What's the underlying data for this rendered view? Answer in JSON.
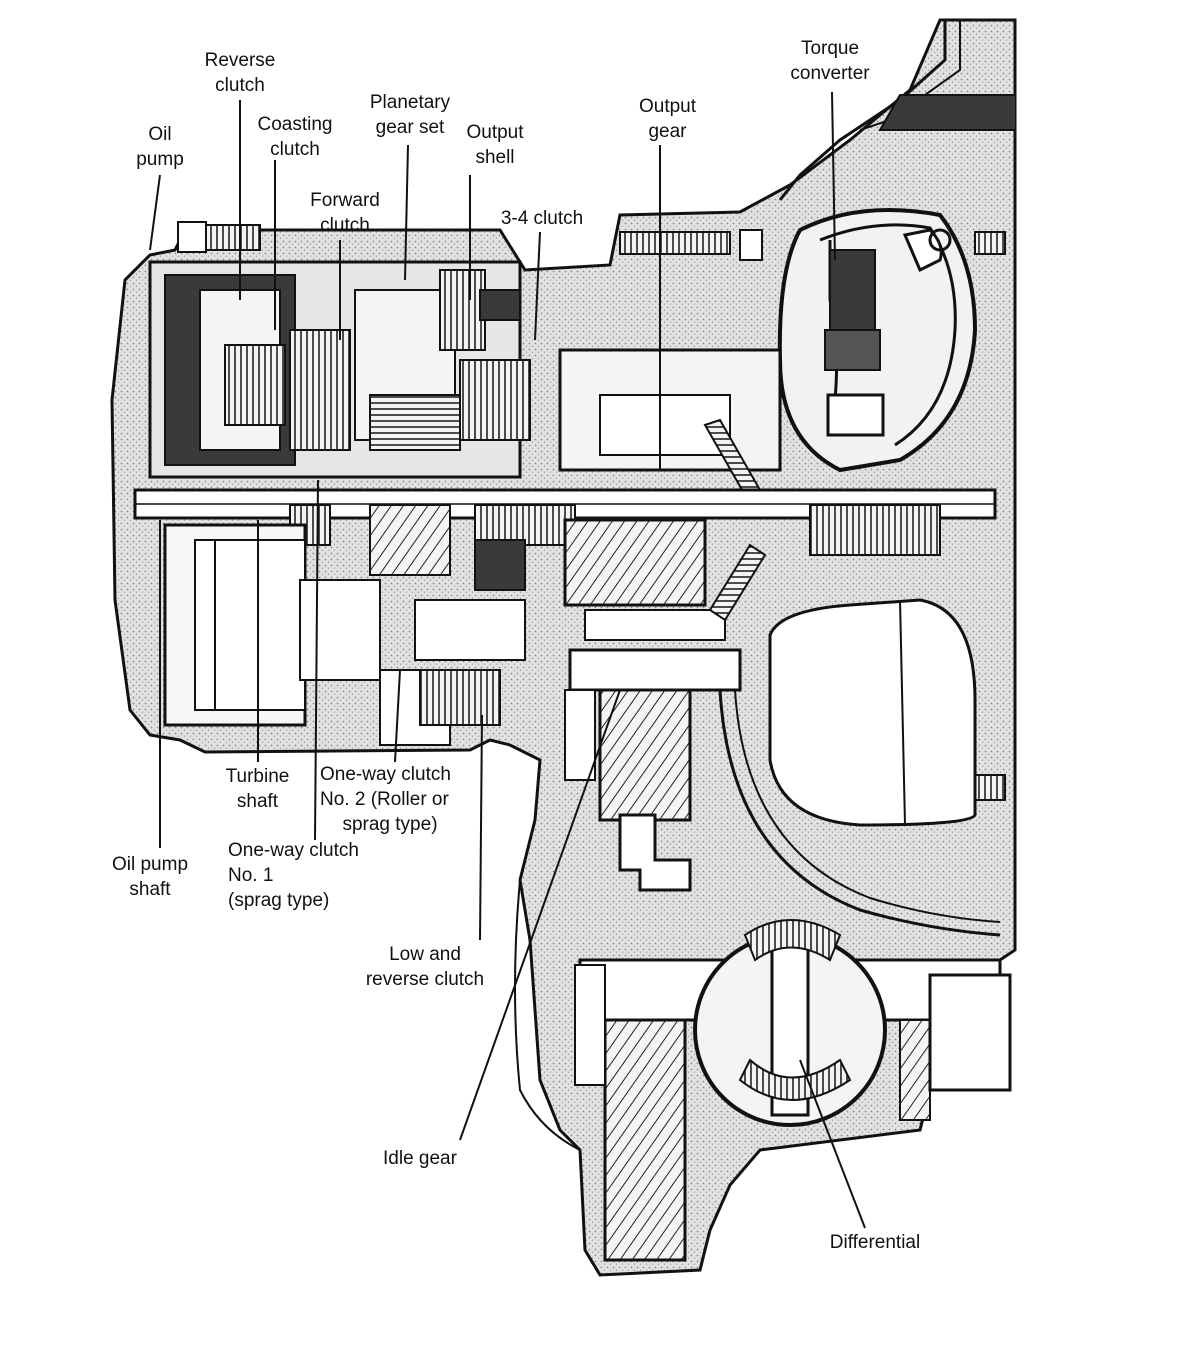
{
  "diagram": {
    "colors": {
      "ink": "#111111",
      "stipple": "#c9c9c9",
      "dark_fill": "#3a3a3a",
      "background": "#ffffff"
    },
    "labels": {
      "reverse_clutch": [
        "Reverse",
        "clutch"
      ],
      "oil_pump": [
        "Oil",
        "pump"
      ],
      "coasting_clutch": [
        "Coasting",
        "clutch"
      ],
      "forward_clutch": [
        "Forward",
        "clutch"
      ],
      "planetary_gear_set": [
        "Planetary",
        "gear set"
      ],
      "output_shell": [
        "Output",
        "shell"
      ],
      "clutch_3_4": [
        "3-4 clutch"
      ],
      "output_gear": [
        "Output",
        "gear"
      ],
      "torque_converter": [
        "Torque",
        "converter"
      ],
      "turbine_shaft": [
        "Turbine",
        "shaft"
      ],
      "one_way_clutch_2": [
        "One-way clutch",
        "No. 2 (Roller or",
        "sprag type)"
      ],
      "one_way_clutch_1": [
        "One-way clutch",
        "No. 1",
        "(sprag type)"
      ],
      "oil_pump_shaft": [
        "Oil pump",
        "shaft"
      ],
      "low_reverse_clutch": [
        "Low and",
        "reverse clutch"
      ],
      "idle_gear": [
        "Idle gear"
      ],
      "differential": [
        "Differential"
      ]
    }
  }
}
